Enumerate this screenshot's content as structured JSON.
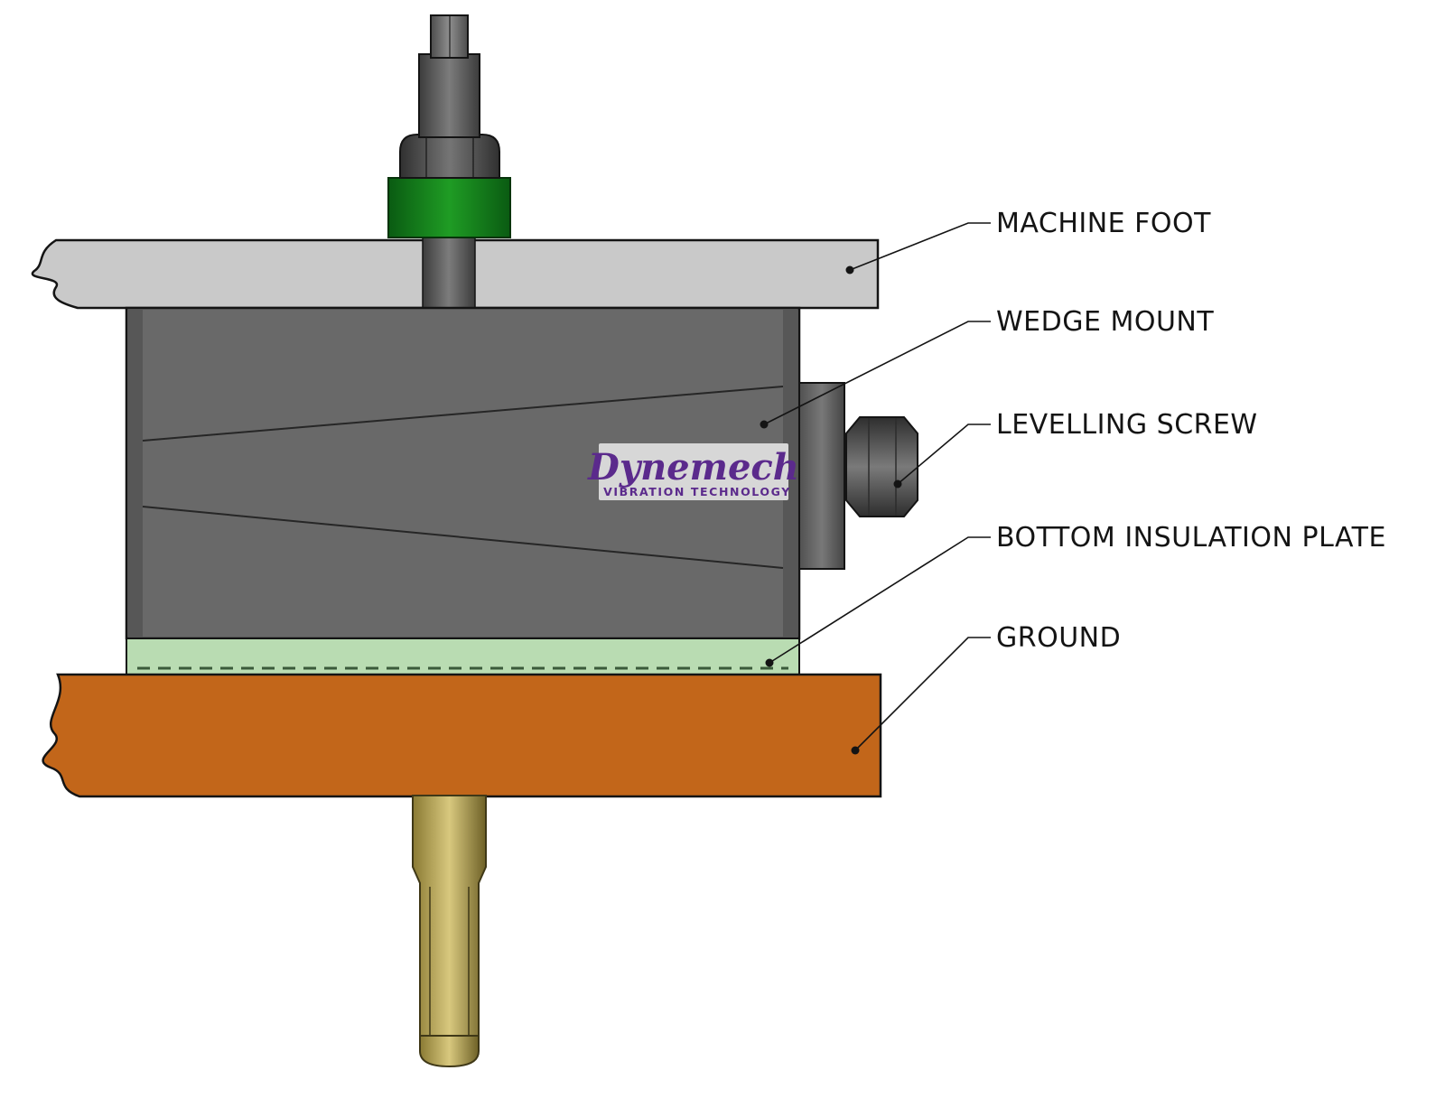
{
  "diagram": {
    "labels": {
      "machine_foot": "MACHINE FOOT",
      "wedge_mount": "WEDGE MOUNT",
      "levelling_screw": "LEVELLING SCREW",
      "bottom_insulation_plate": "BOTTOM INSULATION PLATE",
      "ground": "GROUND"
    },
    "logo": {
      "name": "Dynemech",
      "tagline": "VIBRATION TECHNOLOGY",
      "color": "#5b2a8c"
    },
    "colors": {
      "machine_foot": "#c9c9c9",
      "wedge_mount": "#696969",
      "insulation_plate": "#b9dcb2",
      "ground": "#c2661a",
      "anchor_bolt": "#c9b96b",
      "lock_ring": "#188c1e",
      "hardware_gray": "#6f6f6f",
      "logo_background": "#d7d7d7",
      "outline": "#141414",
      "label_text": "#141414"
    }
  }
}
